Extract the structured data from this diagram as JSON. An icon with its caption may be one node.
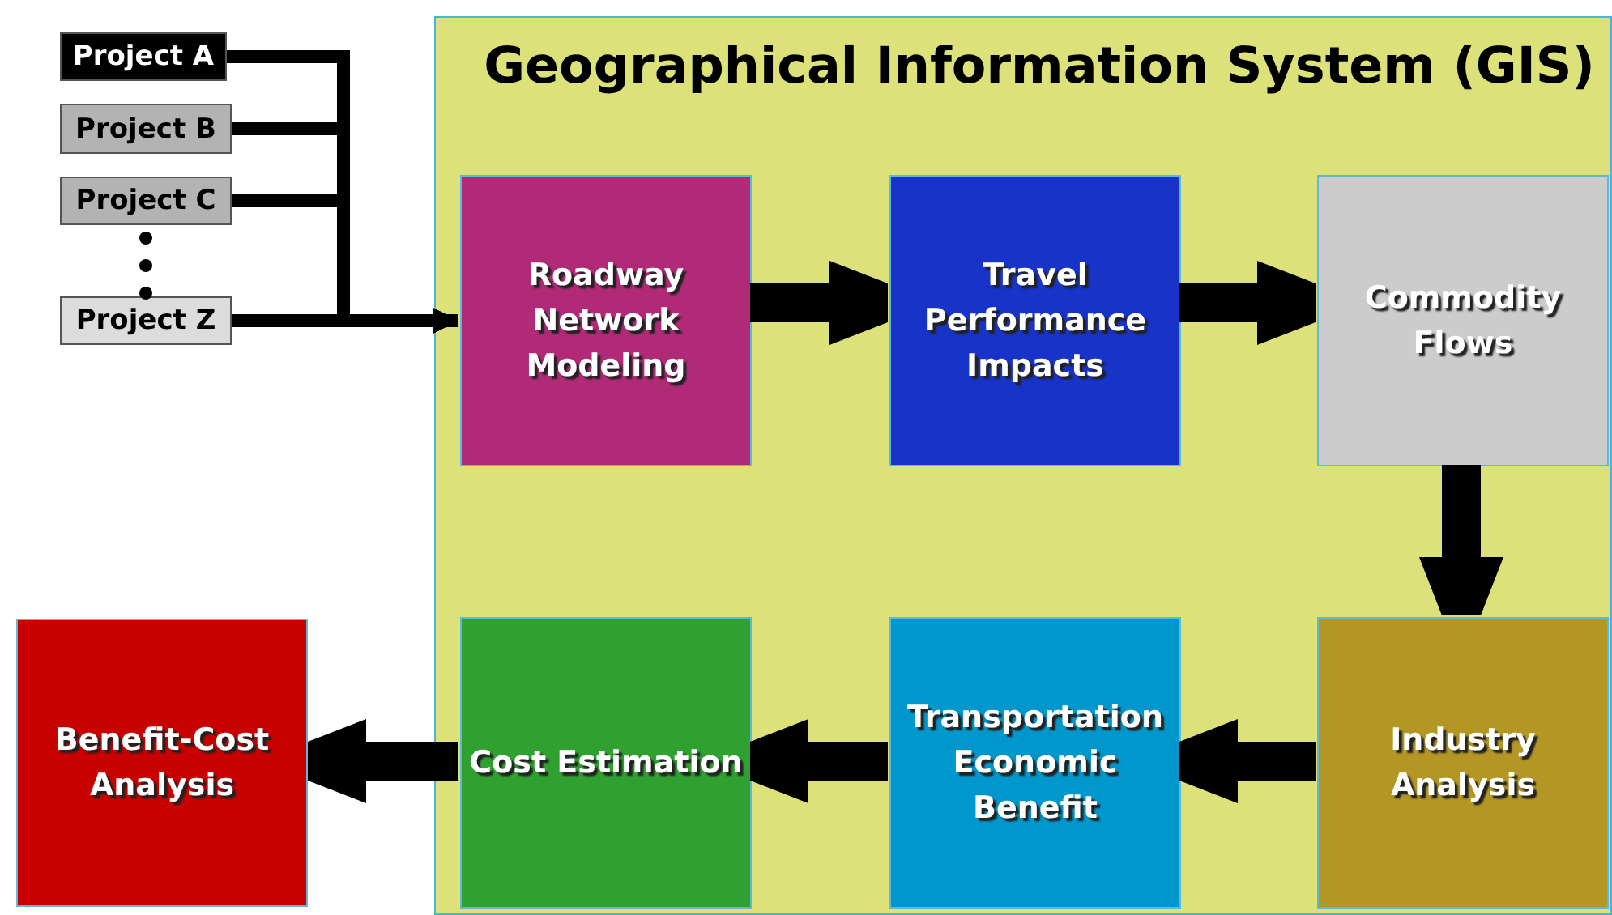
{
  "diagram": {
    "nodes": [
      {
        "text": [
          "Geographical Information System (GIS)"
        ]
      },
      {
        "text": [
          "Project A"
        ]
      },
      {
        "text": [
          "Project B"
        ]
      },
      {
        "text": [
          "Project C"
        ]
      },
      {
        "text": [
          "Project Z"
        ]
      },
      {
        "text": [
          "Roadway Network Modeling"
        ],
        "in": 0
      },
      {
        "text": [
          "Travel Performance Impacts"
        ],
        "in": 0
      },
      {
        "text": [
          "Commodity Flows"
        ],
        "in": 0
      },
      {
        "text": [
          "Industry Analysis"
        ],
        "in": 0
      },
      {
        "text": [
          "Transportation Economic Benefit"
        ],
        "in": 0
      },
      {
        "text": [
          "Cost Estimation"
        ],
        "in": 0
      },
      {
        "text": [
          "Benefit-Cost Analysis"
        ]
      }
    ],
    "edges": [
      {
        "from": 1,
        "to": 5,
        "arrow": "to"
      },
      {
        "from": 2,
        "to": 5,
        "arrow": "to"
      },
      {
        "from": 3,
        "to": 5,
        "arrow": "to"
      },
      {
        "from": 4,
        "to": 5,
        "arrow": "to"
      },
      {
        "from": 5,
        "to": 6,
        "arrow": "to"
      },
      {
        "from": 6,
        "to": 7,
        "arrow": "to"
      },
      {
        "from": 7,
        "to": 8,
        "arrow": "to"
      },
      {
        "from": 8,
        "to": 9,
        "arrow": "to"
      },
      {
        "from": 9,
        "to": 10,
        "arrow": "to"
      },
      {
        "from": 10,
        "to": 11,
        "arrow": "to"
      }
    ]
  }
}
